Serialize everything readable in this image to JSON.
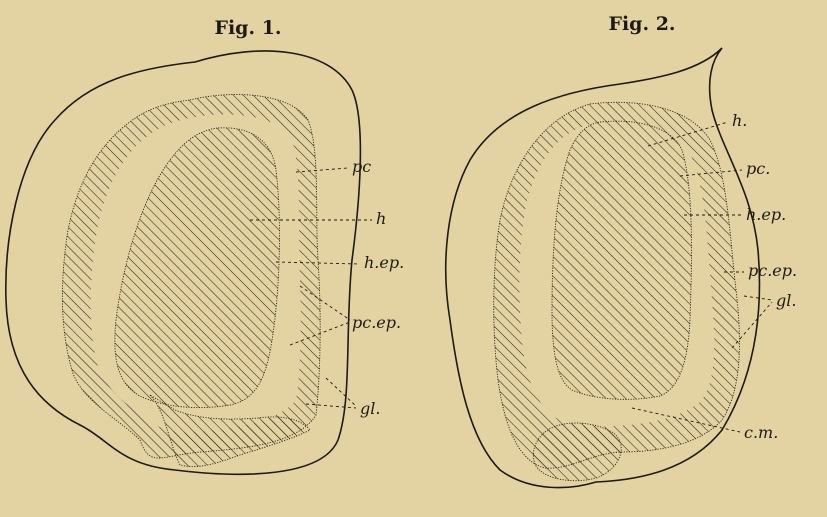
{
  "figures": [
    {
      "title": "Fig. 1.",
      "labels": [
        "pc",
        "h",
        "h.ep.",
        "pc.ep.",
        "gl."
      ]
    },
    {
      "title": "Fig. 2.",
      "labels": [
        "h.",
        "pc.",
        "h.ep.",
        "pc.ep.",
        "gl.",
        "c.m."
      ]
    }
  ],
  "colors": {
    "paper": "#e3d3a2",
    "ink": "#1e1a12"
  }
}
